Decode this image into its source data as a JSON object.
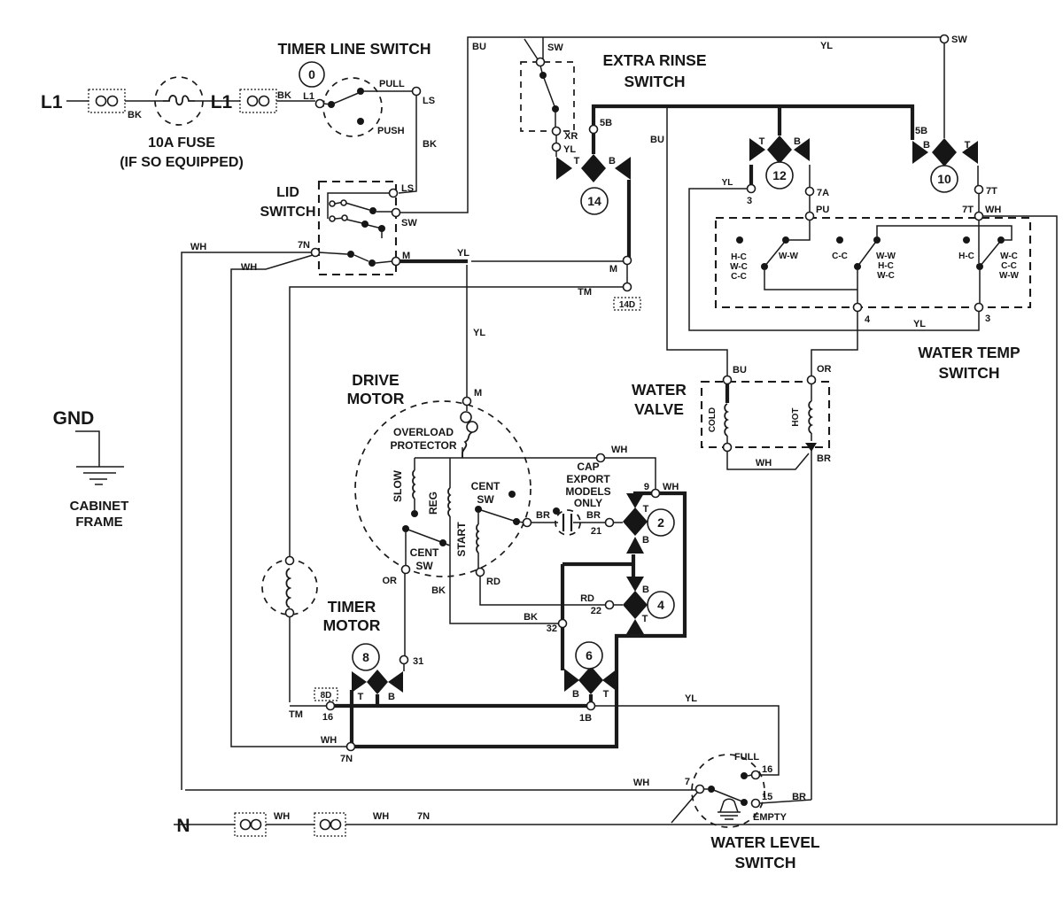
{
  "nums": {
    "c0": "0",
    "c2": "2",
    "c4": "4",
    "c6": "6",
    "c8": "8",
    "c10": "10",
    "c12": "12",
    "c14": "14"
  },
  "power": {
    "l1_a": "L1",
    "l1_b": "L1",
    "bk1": "BK",
    "bk2": "BK",
    "fuse1": "10A FUSE",
    "fuse2": "(IF SO EQUIPPED)"
  },
  "tls": {
    "title": "TIMER LINE SWITCH",
    "l1": "L1",
    "pull": "PULL",
    "push": "PUSH",
    "ls": "LS",
    "bk": "BK"
  },
  "lid": {
    "t1": "LID",
    "t2": "SWITCH",
    "ls": "LS",
    "sw": "SW",
    "n7": "7N",
    "m": "M",
    "wh1": "WH",
    "wh2": "WH",
    "yl1": "YL",
    "yl2": "YL"
  },
  "top": {
    "bu": "BU",
    "sw1": "SW",
    "yl": "YL",
    "sw2": "SW"
  },
  "ers": {
    "t1": "EXTRA RINSE",
    "t2": "SWITCH",
    "xr": "XR",
    "yl": "YL"
  },
  "c14": {
    "t": "T",
    "b": "B",
    "n5b": "5B",
    "bu": "BU"
  },
  "c12": {
    "t": "T",
    "b": "B",
    "yl": "YL",
    "n3": "3",
    "a7": "7A",
    "pu": "PU"
  },
  "c10": {
    "n5b": "5B",
    "b": "B",
    "t": "T",
    "t7a": "7T",
    "t7b": "7T",
    "wh": "WH"
  },
  "wt": {
    "t1": "WATER TEMP",
    "t2": "SWITCH",
    "g1": [
      "H-C",
      "W-C",
      "C-C"
    ],
    "g1c": "W-W",
    "g2c": "C-C",
    "g2": [
      "W-W",
      "H-C",
      "W-C"
    ],
    "g3c": "H-C",
    "g3": [
      "W-C",
      "C-C",
      "W-W"
    ],
    "n4": "4",
    "n3": "3",
    "yl": "YL"
  },
  "wv": {
    "t1": "WATER",
    "t2": "VALVE",
    "bu": "BU",
    "or": "OR",
    "cold": "COLD",
    "hot": "HOT",
    "wh": "WH",
    "br": "BR"
  },
  "dm": {
    "t1": "DRIVE",
    "t2": "MOTOR",
    "m": "M",
    "ol1": "OVERLOAD",
    "ol2": "PROTECTOR",
    "wh": "WH",
    "slow": "SLOW",
    "reg": "REG",
    "start": "START",
    "c1a": "CENT",
    "c1b": "SW",
    "c2a": "CENT",
    "c2b": "SW",
    "or": "OR",
    "bk": "BK",
    "rd": "RD"
  },
  "cap": {
    "l1": "CAP",
    "l2": "EXPORT",
    "l3": "MODELS",
    "l4": "ONLY",
    "br1": "BR",
    "br2": "BR",
    "n21": "21"
  },
  "blk": {
    "n9": "9",
    "wh": "WH",
    "t2t": "T",
    "t2b": "B",
    "t4b": "B",
    "t4t": "T",
    "rd": "RD",
    "n22": "22",
    "bk": "BK",
    "n32": "32"
  },
  "c6": {
    "b": "B",
    "t": "T",
    "n1b": "1B",
    "yl": "YL"
  },
  "c8": {
    "t": "T",
    "b": "B",
    "n31": "31",
    "d8": "8D",
    "tm": "TM",
    "n16": "16",
    "wh": "WH",
    "n7": "7N"
  },
  "tmm": {
    "t1": "TIMER",
    "t2": "MOTOR",
    "tm": "TM",
    "m": "M",
    "d14": "14D"
  },
  "wl": {
    "t1": "WATER LEVEL",
    "t2": "SWITCH",
    "full": "FULL",
    "empty": "EMPTY",
    "n16": "16",
    "n15": "15",
    "n7": "7",
    "wh": "WH",
    "br": "BR"
  },
  "nl": {
    "n": "N",
    "wh1": "WH",
    "wh2": "WH",
    "n7": "7N"
  },
  "gnd": {
    "g": "GND",
    "c1": "CABINET",
    "c2": "FRAME"
  }
}
